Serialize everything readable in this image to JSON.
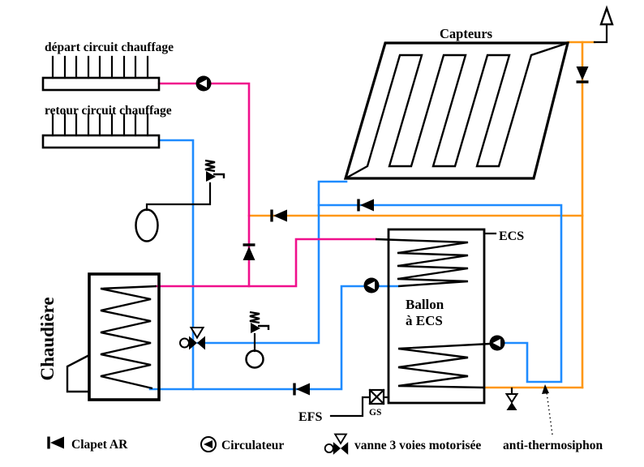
{
  "labels": {
    "depart_circuit": "départ circuit chauffage",
    "retour_circuit": "retour circuit chauffage",
    "capteurs": "Capteurs",
    "chaudiere": "Chaudière",
    "ballon_line1": "Ballon",
    "ballon_line2": "à ECS",
    "ecs": "ECS",
    "efs": "EFS",
    "gs": "GS"
  },
  "legend": {
    "clapet": "Clapet AR",
    "circulateur": "Circulateur",
    "vanne3voies": "vanne 3 voies motorisée",
    "antithermosiphon": "anti-thermosiphon"
  },
  "colors": {
    "pink": "#F00F8C",
    "blue": "#1E8BFF",
    "orange": "#FF9712",
    "black": "#000000",
    "background": "#FFFFFF"
  }
}
